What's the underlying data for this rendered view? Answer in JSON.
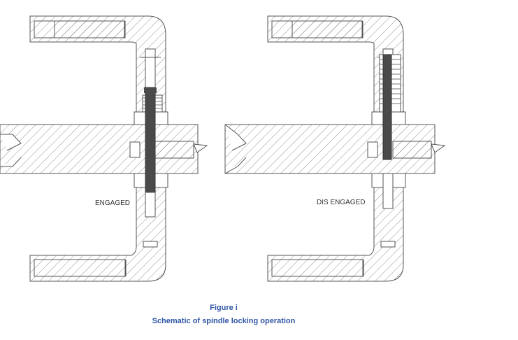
{
  "figure": {
    "engaged_label": "ENGAGED",
    "disengaged_label": "DIS ENGAGED",
    "caption_title": "Figure i",
    "caption_text": "Schematic of spindle locking operation"
  },
  "colors": {
    "line": "#555555",
    "pin": "#4a4a4a",
    "caption": "#2f55a4"
  }
}
